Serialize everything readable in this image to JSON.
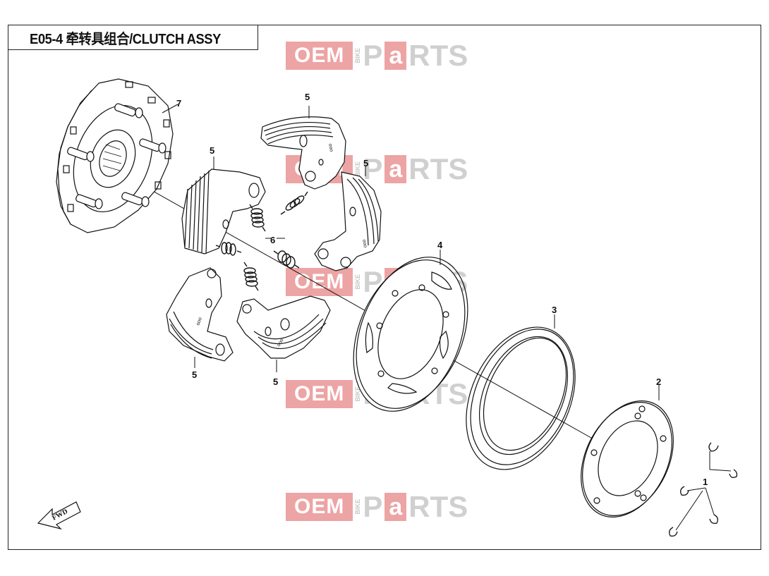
{
  "title": "E05-4 牵转具组合/CLUTCH ASSY",
  "watermark": {
    "oem": "OEM",
    "bike": "BIKE",
    "p": "P",
    "a": "a",
    "rts": "RTS"
  },
  "fwd_label": "FWD",
  "callouts": {
    "c1": "1",
    "c2": "2",
    "c3": "3",
    "c4": "4",
    "c5a": "5",
    "c5b": "5",
    "c5c": "5",
    "c5d": "5",
    "c5e": "5",
    "c6": "6",
    "c7": "7"
  },
  "shoe_marks": {
    "m1": "ooo",
    "m2": "ooo",
    "m3": "ooo",
    "m4": "ooo"
  }
}
